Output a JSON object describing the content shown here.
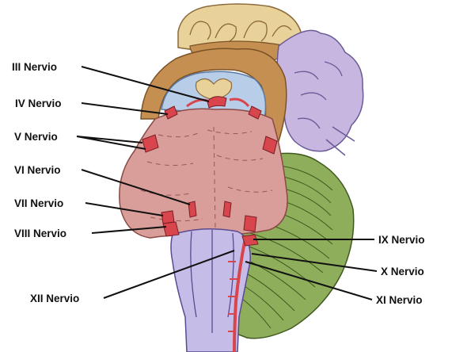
{
  "labels": {
    "nerve_3": "III Nervio",
    "nerve_4": "IV Nervio",
    "nerve_5": "V Nervio",
    "nerve_6": "VI Nervio",
    "nerve_7": "VII Nervio",
    "nerve_8": "VIII Nervio",
    "nerve_9": "IX Nervio",
    "nerve_10": "X Nervio",
    "nerve_11": "XI Nervio",
    "nerve_12": "XII Nervio"
  },
  "colors": {
    "pons": "#d99e9a",
    "medulla": "#c5bde8",
    "cerebellum": "#8fae5c",
    "temporal_lobe": "#c7b7e0",
    "cerebrum_cut": "#e8c98a",
    "cortex_rim": "#c58f52",
    "nerve": "#d9454d",
    "leader_line": "#111111"
  }
}
